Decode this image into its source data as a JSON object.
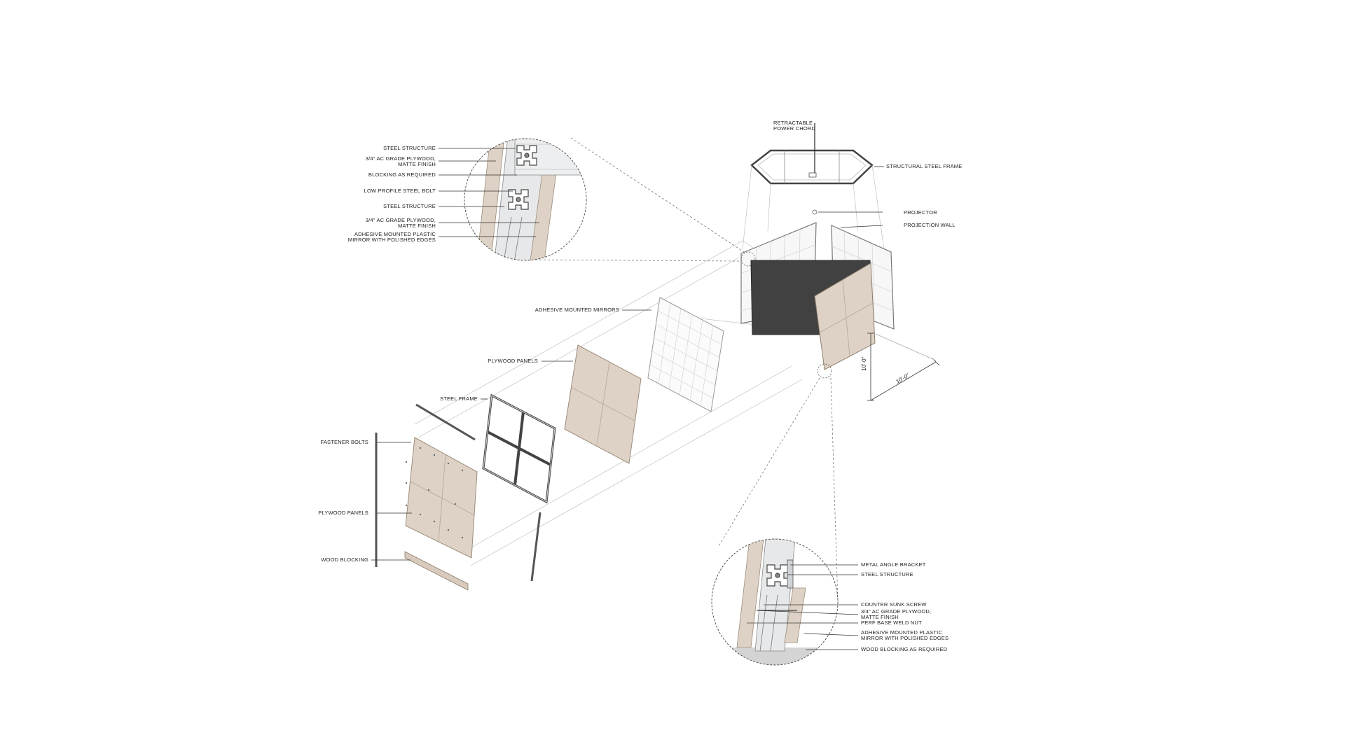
{
  "colors": {
    "plywood": "#ddd2c5",
    "plywood_edge": "#b7a796",
    "dark_wall": "#3d3d3d",
    "mirror_grid": "#cfcfcf",
    "steel": "#d9dde0",
    "line": "#333333"
  },
  "labels": {
    "detail_top": {
      "steel_structure_1": "STEEL STRUCTURE",
      "plywood_1_line1": "3/4\" AC GRADE PLYWOOD,",
      "plywood_1_line2": "MATTE FINISH",
      "blocking": "BLOCKING AS REQUIRED",
      "bolt": "LOW PROFILE STEEL BOLT",
      "steel_structure_2": "STEEL STRUCTURE",
      "plywood_2_line1": "3/4\" AC GRADE PLYWOOD,",
      "plywood_2_line2": "MATTE FINISH",
      "mirror_line1": "ADHESIVE MOUNTED PLASTIC",
      "mirror_line2": "MIRROR WITH POLISHED EDGES"
    },
    "assembly": {
      "power_line1": "RETRACTABLE",
      "power_line2": "POWER CHORD",
      "frame": "STRUCTURAL STEEL FRAME",
      "projector": "PROJECTOR",
      "projection_wall": "PROJECTION WALL",
      "dim_height": "10'-0\"",
      "dim_width": "10'-0\""
    },
    "exploded": {
      "mirrors": "ADHESIVE MOUNTED MIRRORS",
      "plywood_panels_upper": "PLYWOOD PANELS",
      "steel_frame": "STEEL FRAME",
      "fastener_bolts": "FASTENER BOLTS",
      "plywood_panels_lower": "PLYWOOD PANELS",
      "wood_blocking": "WOOD BLOCKING"
    },
    "detail_bottom": {
      "bracket": "METAL ANGLE BRACKET",
      "steel_structure": "STEEL STRUCTURE",
      "screw": "COUNTER SUNK SCREW",
      "plywood_line1": "3/4\" AC GRADE PLYWOOD,",
      "plywood_line2": "MATTE FINISH",
      "weld_nut": "PERF BASE WELD NUT",
      "mirror_line1": "ADHESIVE MOUNTED PLASTIC",
      "mirror_line2": "MIRROR WITH POLISHED EDGES",
      "wood_blocking": "WOOD BLOCKING AS REQUIRED"
    }
  }
}
